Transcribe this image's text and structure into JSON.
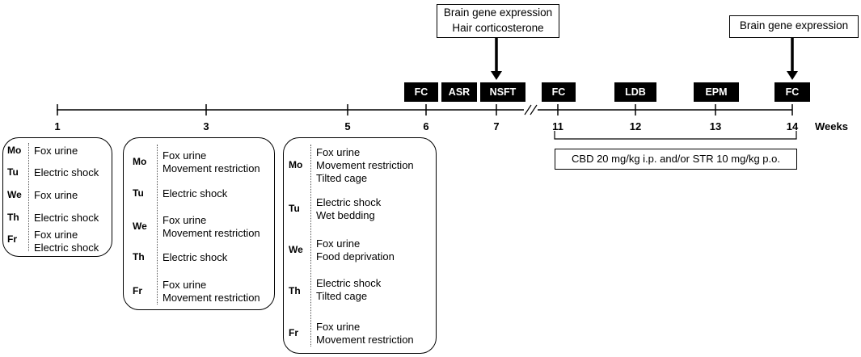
{
  "annotations": {
    "top_left": [
      "Brain gene expression",
      "Hair corticosterone"
    ],
    "top_right": [
      "Brain gene expression"
    ]
  },
  "timeline": {
    "weeks_label": "Weeks",
    "ticks": [
      "1",
      "3",
      "5",
      "6",
      "7",
      "11",
      "12",
      "13",
      "14"
    ]
  },
  "tests": [
    "FC",
    "ASR",
    "NSFT",
    "FC",
    "LDB",
    "EPM",
    "FC"
  ],
  "treatment": "CBD 20 mg/kg i.p. and/or STR 10 mg/kg p.o.",
  "schedules": [
    {
      "days": [
        {
          "day": "Mo",
          "stressors": [
            "Fox urine"
          ]
        },
        {
          "day": "Tu",
          "stressors": [
            "Electric shock"
          ]
        },
        {
          "day": "We",
          "stressors": [
            "Fox urine"
          ]
        },
        {
          "day": "Th",
          "stressors": [
            "Electric shock"
          ]
        },
        {
          "day": "Fr",
          "stressors": [
            "Fox urine",
            "Electric shock"
          ]
        }
      ]
    },
    {
      "days": [
        {
          "day": "Mo",
          "stressors": [
            "Fox urine",
            "Movement restriction"
          ]
        },
        {
          "day": "Tu",
          "stressors": [
            "Electric shock"
          ]
        },
        {
          "day": "We",
          "stressors": [
            "Fox urine",
            "Movement restriction"
          ]
        },
        {
          "day": "Th",
          "stressors": [
            "Electric shock"
          ]
        },
        {
          "day": "Fr",
          "stressors": [
            "Fox urine",
            "Movement restriction"
          ]
        }
      ]
    },
    {
      "days": [
        {
          "day": "Mo",
          "stressors": [
            "Fox urine",
            "Movement restriction",
            "Tilted cage"
          ]
        },
        {
          "day": "Tu",
          "stressors": [
            "Electric shock",
            "Wet bedding"
          ]
        },
        {
          "day": "We",
          "stressors": [
            "Fox urine",
            "Food deprivation"
          ]
        },
        {
          "day": "Th",
          "stressors": [
            "Electric shock",
            "Tilted cage"
          ]
        },
        {
          "day": "Fr",
          "stressors": [
            "Fox urine",
            "Movement restriction"
          ]
        }
      ]
    }
  ]
}
